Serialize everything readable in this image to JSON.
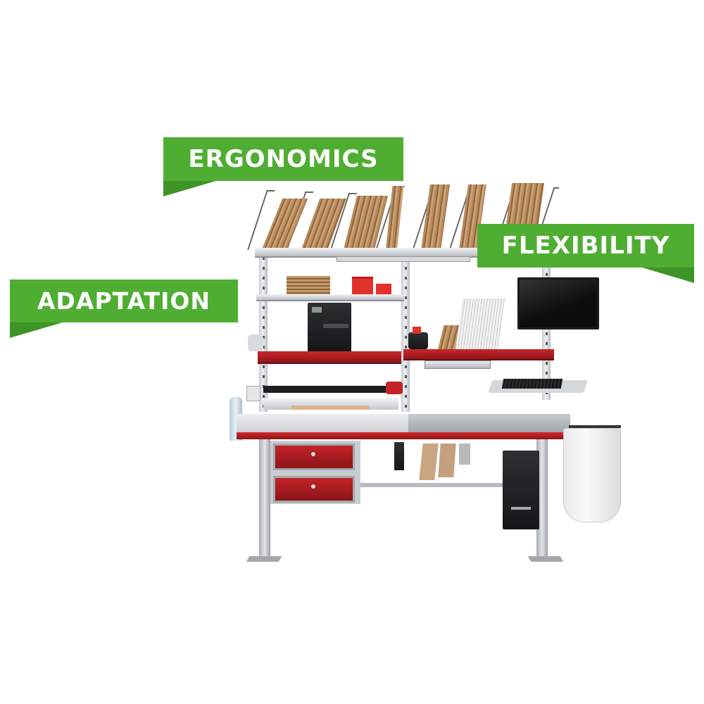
{
  "image": {
    "description": "Product photo of a modular packing workstation with labelled feature banners",
    "background_color": "#ffffff"
  },
  "banners": [
    {
      "label": "ERGONOMICS",
      "color": "#4fae32",
      "tail_color": "#3e9427",
      "position": "top-left-center"
    },
    {
      "label": "FLEXIBILITY",
      "color": "#4fae32",
      "tail_color": "#3e9427",
      "position": "right"
    },
    {
      "label": "ADAPTATION",
      "color": "#4fae32",
      "tail_color": "#3e9427",
      "position": "left"
    }
  ],
  "workstation": {
    "components": [
      "top carton shelf with wire dividers",
      "flat carton stack",
      "red storage bins",
      "label printer",
      "tape dispenser",
      "red shelf",
      "monitor",
      "keyboard tray",
      "paper cutter rail",
      "pen holder",
      "spray bottle",
      "work surface",
      "two red drawers",
      "paper roll holders",
      "PC tower",
      "waste bag holder"
    ],
    "accent_color": "#b81f24",
    "frame_color": "#c9ccd0"
  }
}
